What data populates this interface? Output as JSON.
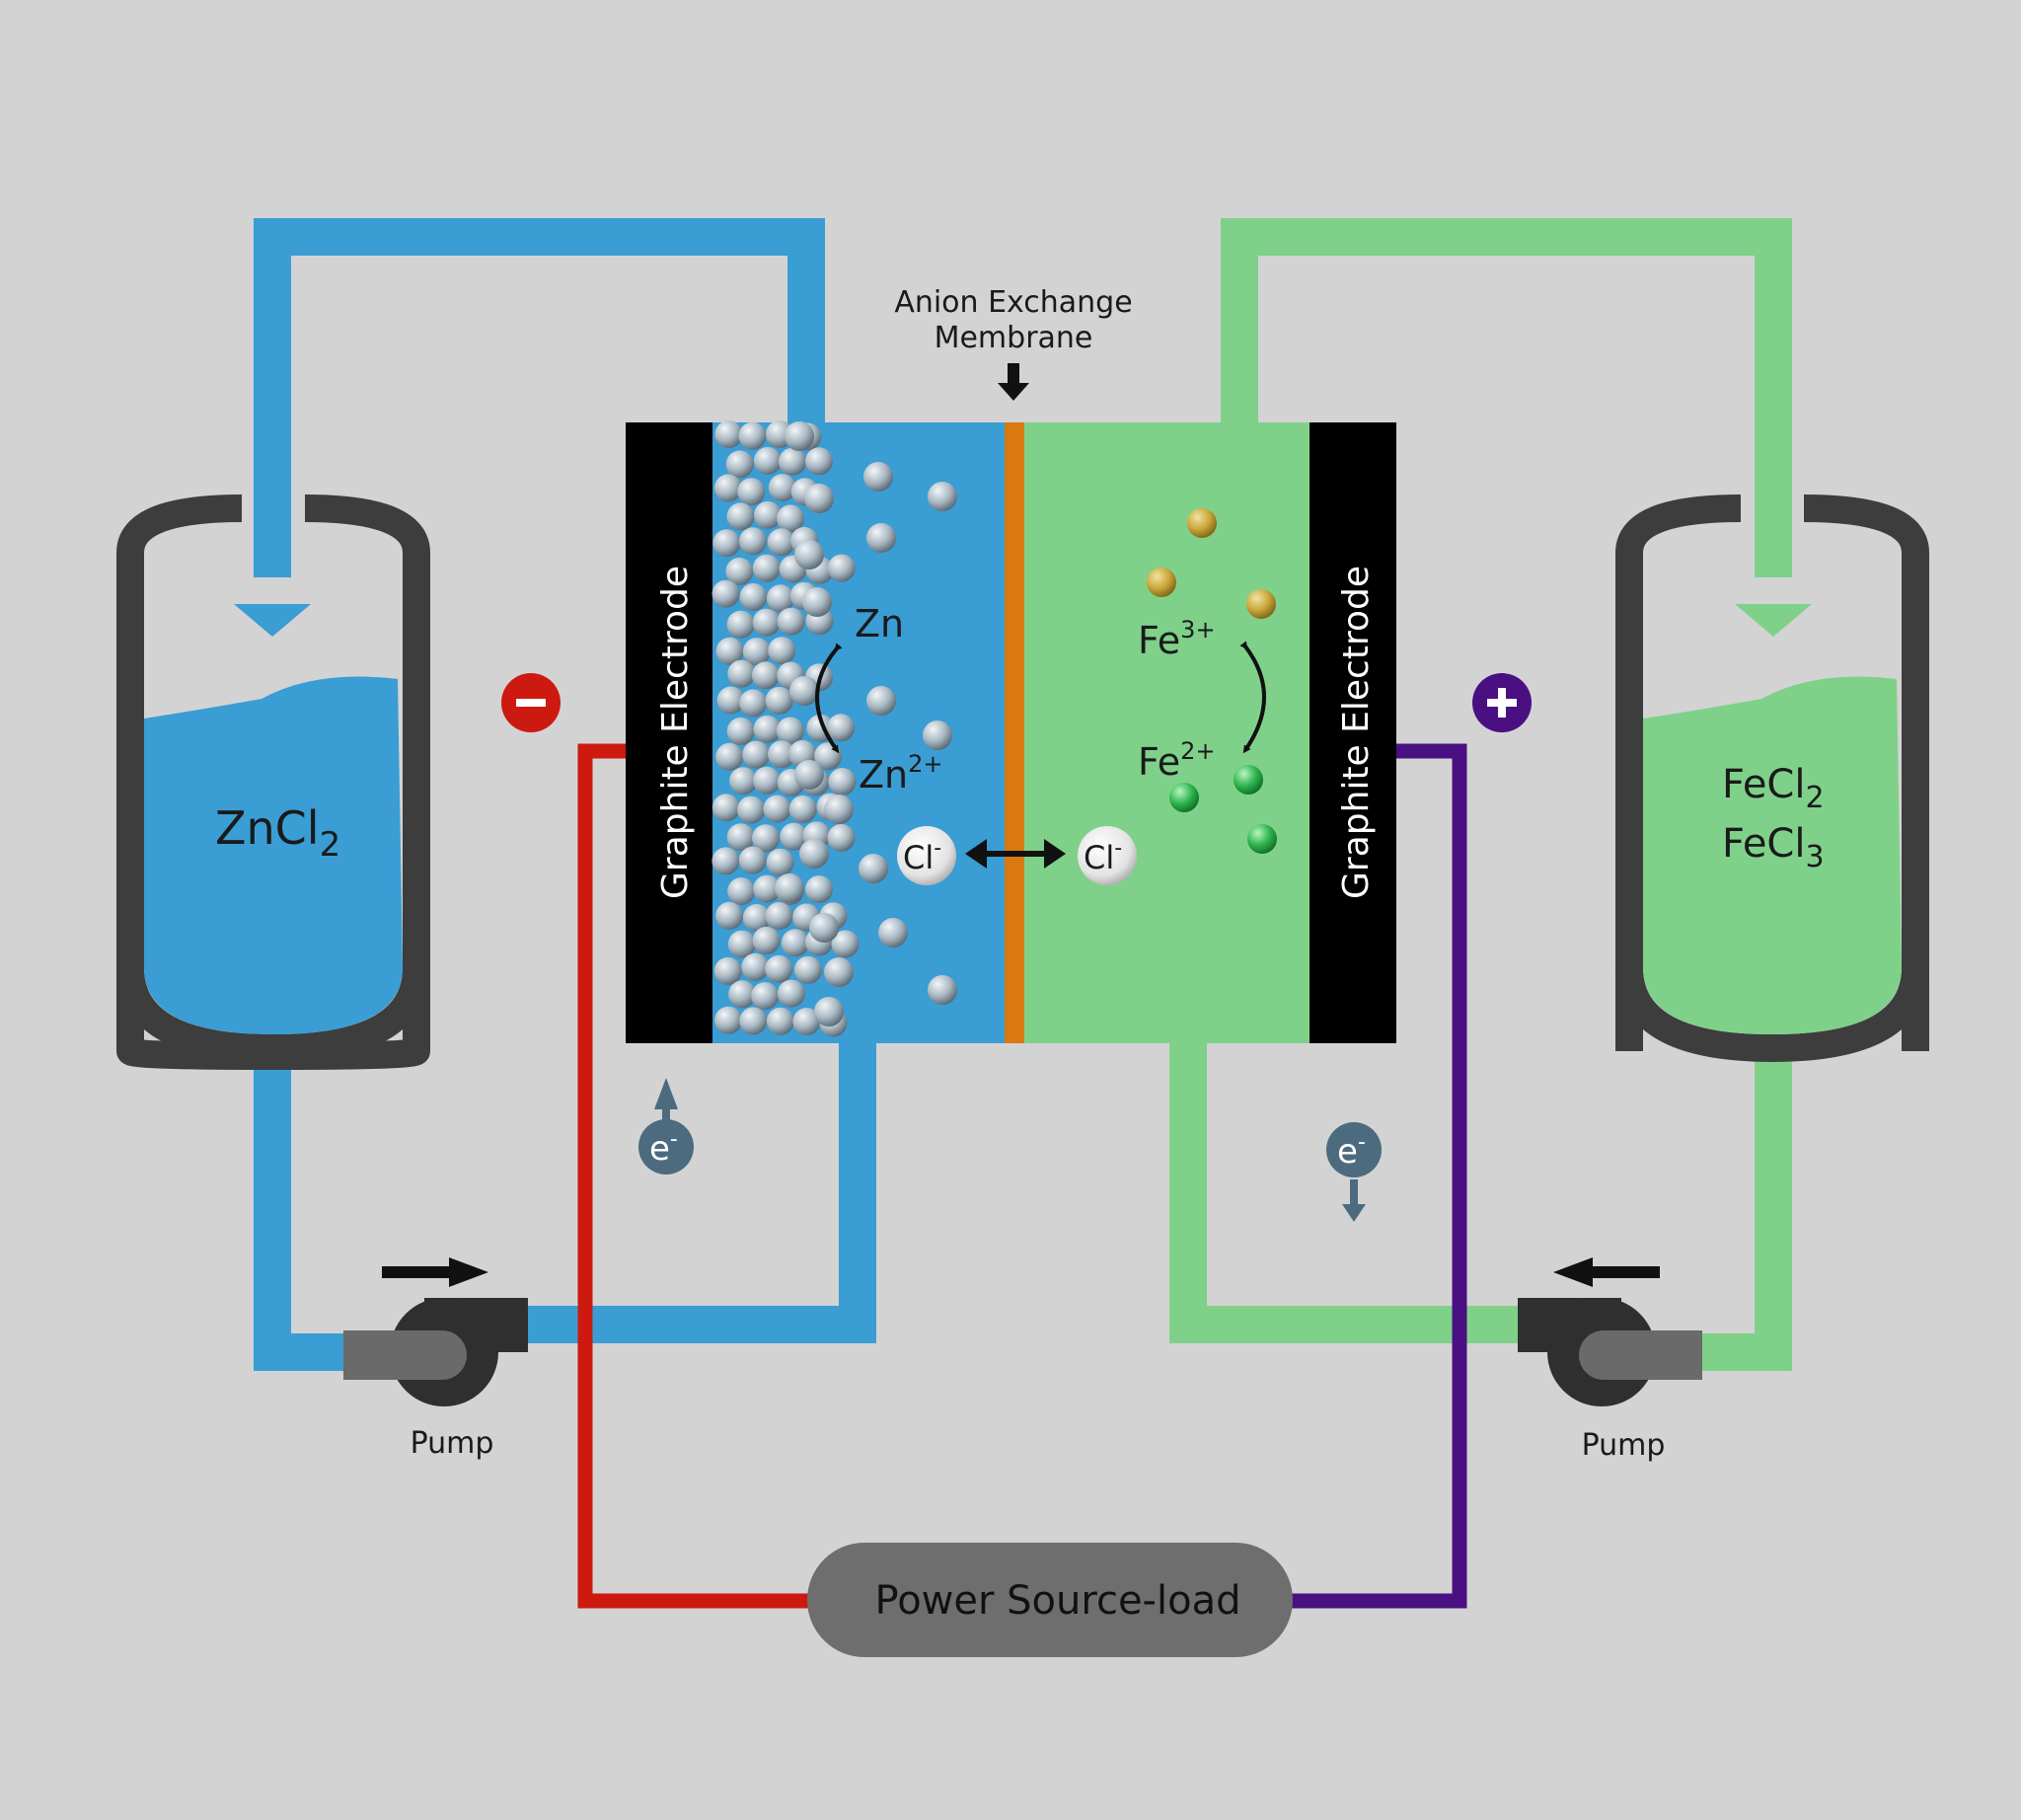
{
  "membrane": {
    "line1": "Anion Exchange",
    "line2": "Membrane"
  },
  "electrodes": {
    "left": "Graphite Electrode",
    "right": "Graphite Electrode"
  },
  "left_tank": {
    "formula_base": "ZnCl",
    "formula_sub": "2"
  },
  "right_tank": {
    "line1_base": "FeCl",
    "line1_sub": "2",
    "line2_base": "FeCl",
    "line2_sub": "3"
  },
  "species": {
    "zn": "Zn",
    "zn_ion_base": "Zn",
    "zn_ion_charge": "2+",
    "fe3_base": "Fe",
    "fe3_charge": "3+",
    "fe2_base": "Fe",
    "fe2_charge": "2+",
    "chloride_base": "Cl",
    "chloride_charge": "-"
  },
  "terminals": {
    "negative": "−",
    "positive": "+"
  },
  "electron": {
    "base": "e",
    "charge": "-"
  },
  "pumps": {
    "left": "Pump",
    "right": "Pump"
  },
  "power": {
    "label": "Power Source-load"
  },
  "colors": {
    "background": "#d3d3d3",
    "anolyte": "#3a9dd4",
    "catholyte": "#7fd18a",
    "membrane": "#d9790f",
    "electrode": "#000000",
    "negative_wire": "#cc1a10",
    "positive_wire": "#4a1082",
    "tank_shell": "#3d3d3d",
    "power_box": "#6e6e6e"
  }
}
